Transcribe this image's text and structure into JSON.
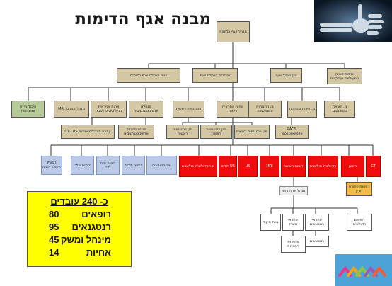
{
  "title": "מבנה אגף הדימות",
  "colors": {
    "red": "#ef0c0c",
    "tan": "#d3c7a4",
    "green": "#b8c99a",
    "blue": "#b9c9e6",
    "orange": "#f3bd4c",
    "yellow": "#ffff00"
  },
  "nodes": {
    "n_root": "מנהל אגף הדימות",
    "n_l1_1": "יחידות דימות תפעולייות ועסקייות",
    "n_l1_2": "סגן מנהל אגף",
    "n_l1_3": "מזכירות הנהלת אגף",
    "n_l1_4": "צוות הנהלת אגף הדימות",
    "n_l2_1": "מ. הוראת סטודנטים",
    "n_l2_2": "מ. איכות ובטיחות",
    "n_l2_3": "מ. התמחות והשתלמות",
    "n_l2_4": "אחות אחראית דימות",
    "n_l2_5": "רנטגנאית ראשית",
    "n_l2_6": "מנהלת אדמיניסטרטיבית",
    "n_l2_7": "אחות אחראית רדיולוגיה פולשנית",
    "n_l2_8": "מנהלת מרכז MRI",
    "n_l2_9": "עיבוד מידע ותדמיטות",
    "n_l3_1": "PACS אדמיניסטרטור",
    "n_l3_2": "סגן רנטגנאית ראשית",
    "n_l3_3": "סגן רנטגנאית ראשית",
    "n_l3_4": "סגן רנטגנאית ראשית",
    "n_l3_5": "סגנית מנהלת אדמיניסטרטיבית",
    "n_l3_6": "עוזרת מינהלית יחידות US ו-CT",
    "n_u1": "CT",
    "n_u2": "רנטגן",
    "n_u3": "רדיולוגיה פולשנית",
    "n_u4": "דימות האישה",
    "n_u5": "MRI",
    "n_u6": "US",
    "n_u7": "US ילדים",
    "n_u8": "נוירורדיולוגיה פולשנית",
    "n_u9": "נוירורדיולוגיה",
    "n_u10": "דימות ילדים",
    "n_u11": "דימות חזה ולב",
    "n_u12": "דימות שלד",
    "n_u13": "FMRI מחקר המוח",
    "n_orange": "רפואת ספורט מרק",
    "n_g1": "מנהל יח׳ה רפוי",
    "n_g2": "רופאים רדיולוגים",
    "n_g3": "אחראי רנטגנאים",
    "n_g4": "אחראי משרד",
    "n_g5": "צוות סיעוד",
    "n_g6": "רנטגנאים",
    "n_g7": "מזכירות רפואיות"
  },
  "stats": {
    "headline": "כ- 240 עובדים",
    "rows": [
      {
        "label": "רופאים",
        "value": "80"
      },
      {
        "label": "רנטגנאים",
        "value": "95"
      },
      {
        "label": "מינהל ומשק",
        "value": "45"
      },
      {
        "label": "אחיות",
        "value": "14"
      }
    ]
  }
}
